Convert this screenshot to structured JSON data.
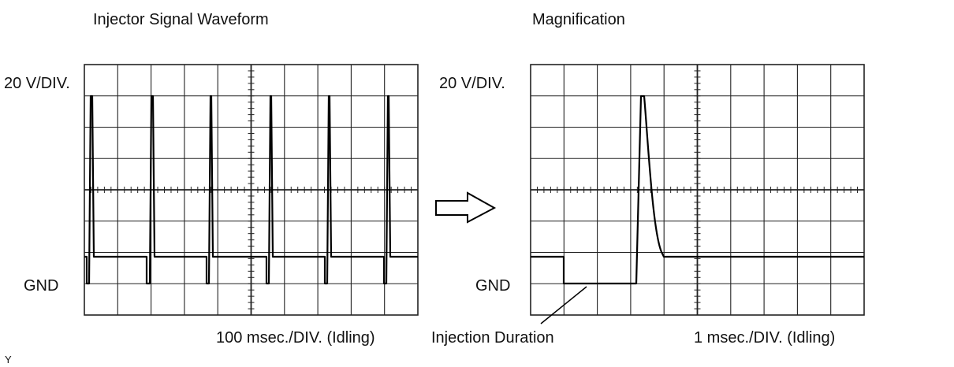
{
  "left_panel": {
    "title": "Injector Signal Waveform",
    "volt_div": "20 V/DIV.",
    "gnd": "GND",
    "time_div": "100 msec./DIV. (Idling)"
  },
  "right_panel": {
    "title": "Magnification",
    "volt_div": "20 V/DIV.",
    "gnd": "GND",
    "time_div": "1 msec./DIV. (Idling)",
    "callout": "Injection Duration"
  },
  "corner_mark": "Y",
  "colors": {
    "grid": "#222222",
    "trace": "#000000",
    "background": "#ffffff"
  }
}
